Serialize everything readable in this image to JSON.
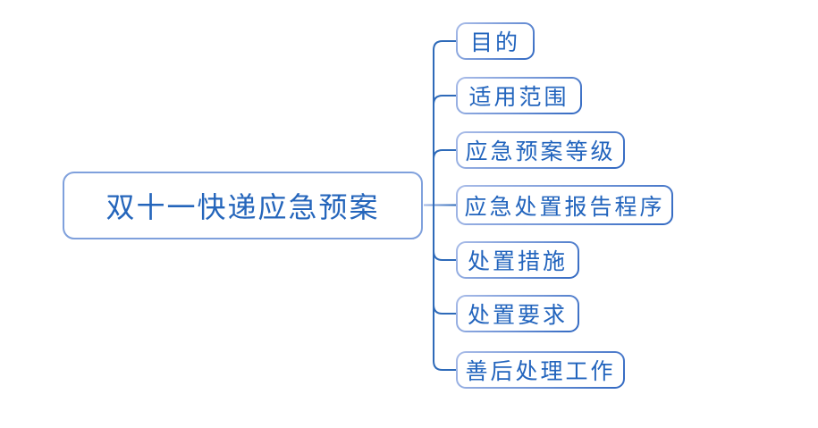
{
  "diagram": {
    "type": "mindmap",
    "root": {
      "label": "双十一快递应急预案"
    },
    "children": [
      {
        "label": "目的"
      },
      {
        "label": "适用范围"
      },
      {
        "label": "应急预案等级"
      },
      {
        "label": "应急处置报告程序"
      },
      {
        "label": "处置措施"
      },
      {
        "label": "处置要求"
      },
      {
        "label": "善后处理工作"
      }
    ],
    "colors": {
      "text": "#2264bd",
      "root_border": "#7fa0dc",
      "child_border_light": "#a9bce8",
      "child_border_dark": "#2f67c1",
      "connector": "#2e6ab9",
      "connector_light": "#a9bce8",
      "background": "#ffffff"
    }
  }
}
